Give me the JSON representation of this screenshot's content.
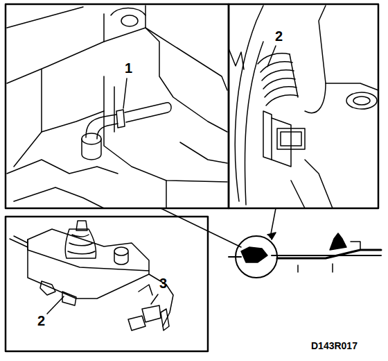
{
  "diagram": {
    "labels": [
      "1",
      "2",
      "3",
      "2",
      "D143R017"
    ]
  }
}
